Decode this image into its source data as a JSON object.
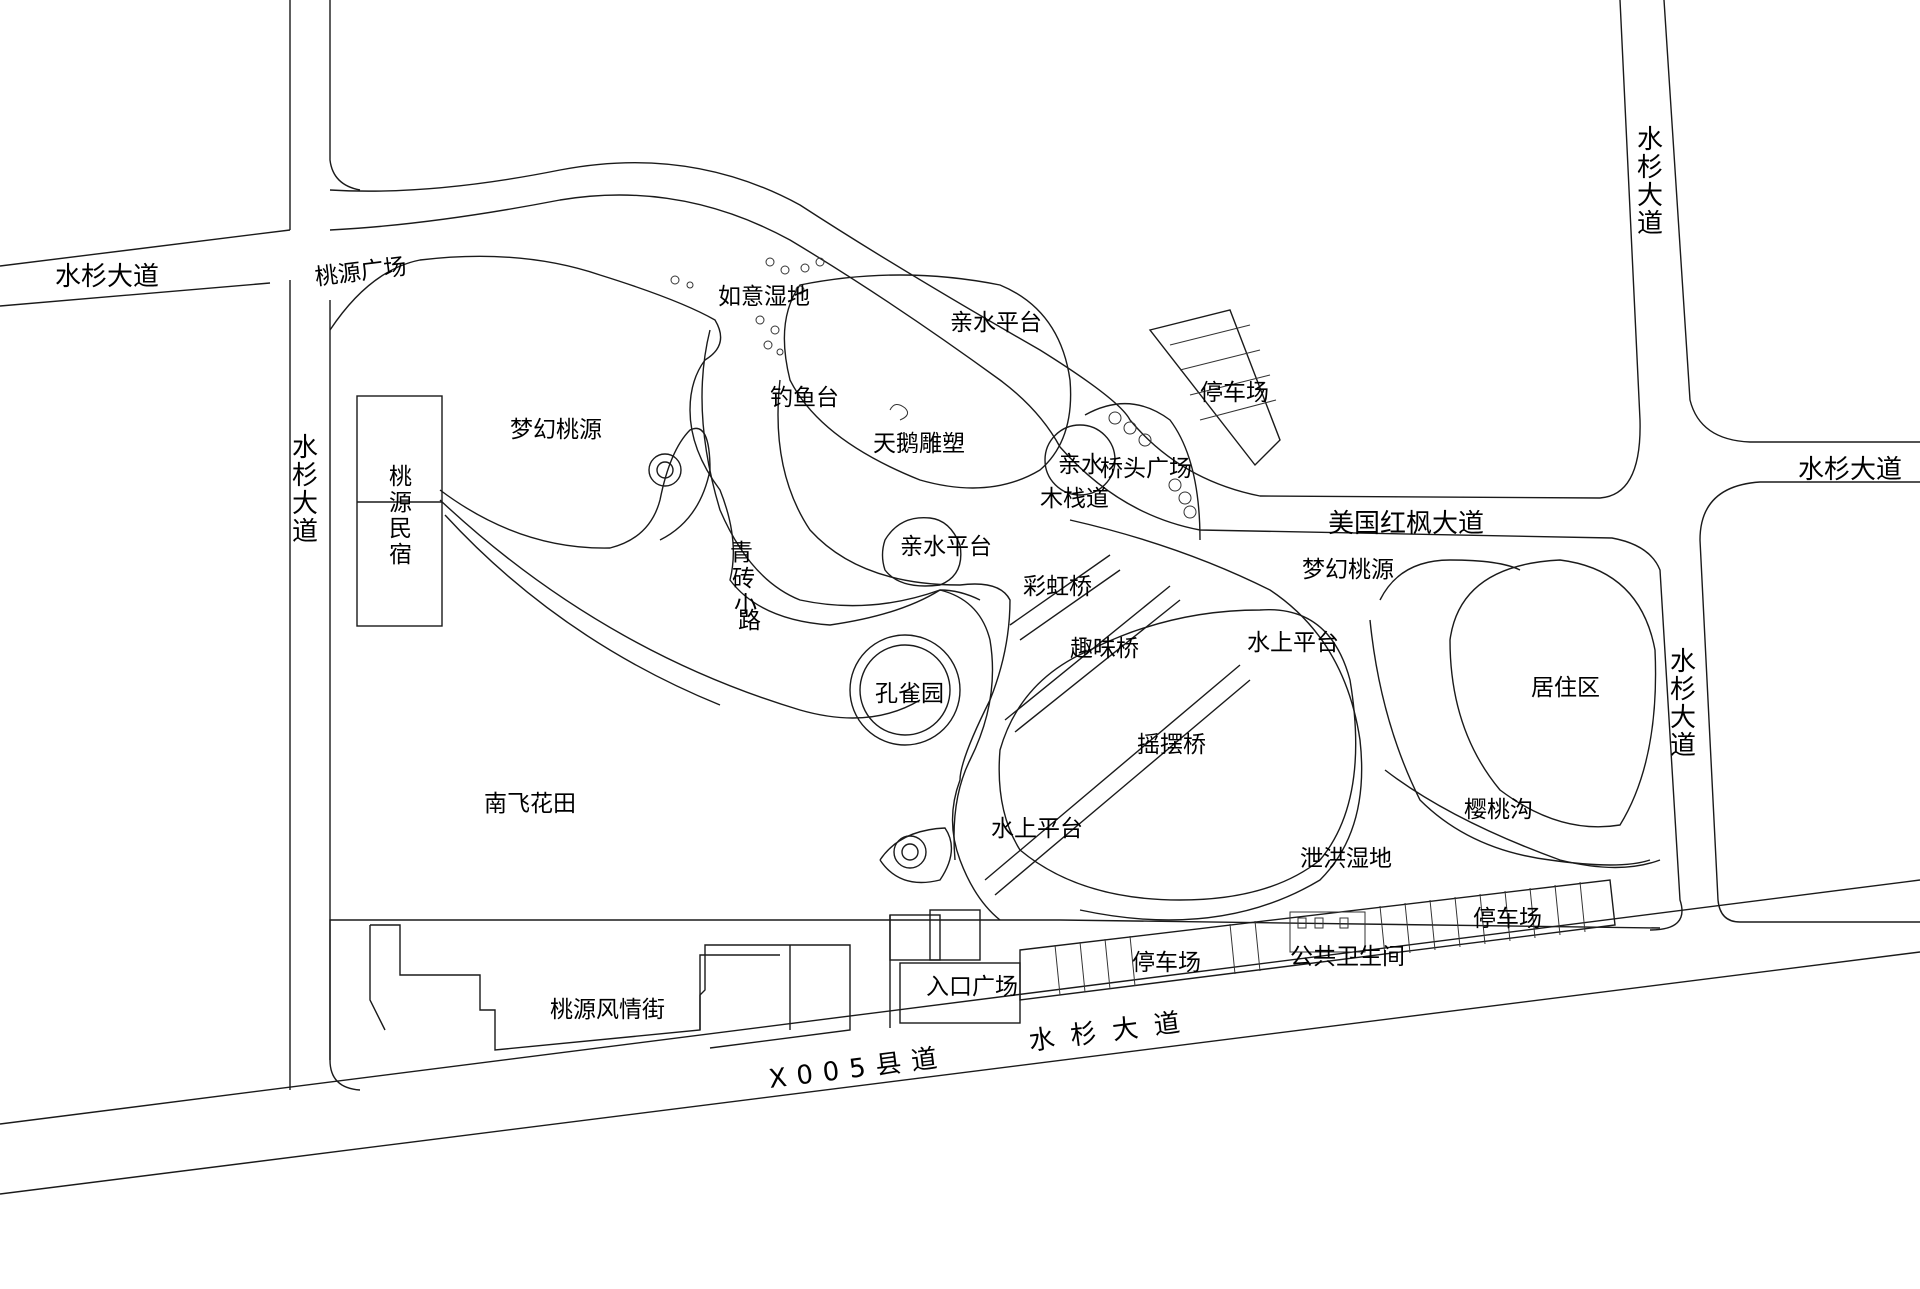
{
  "roads": {
    "shuishan_nw": "水杉大道",
    "shuishan_west": "水杉大道",
    "shuishan_north_east": "水杉大道",
    "shuishan_east": "水杉大道",
    "shuishan_right": "水杉大道",
    "meiguo_hongfeng": "美国红枫大道",
    "county_road": "X005县道",
    "shuishan_south": "水杉大道"
  },
  "areas": {
    "taoyuan_square": "桃源广场",
    "ruyi_wetland": "如意湿地",
    "qinshui_platform_top": "亲水平台",
    "parking_ne": "停车场",
    "menghuan_taoyuan_west": "梦幻桃源",
    "fishing_platform": "钓鱼台",
    "swan_sculpture": "天鹅雕塑",
    "qinshui_boardwalk_1": "亲水",
    "qinshui_boardwalk_2": "木栈道",
    "bridgehead_square": "桥头广场",
    "taoyuan_homestay": "桃源民宿",
    "qinshui_platform_mid": "亲水平台",
    "brick_path": "青砖小路",
    "rainbow_bridge": "彩虹桥",
    "menghuan_taoyuan_east": "梦幻桃源",
    "fun_bridge": "趣味桥",
    "water_platform_top": "水上平台",
    "peacock_garden": "孔雀园",
    "residential": "居住区",
    "swing_bridge": "摇摆桥",
    "nanfei_flower_field": "南飞花田",
    "cherry_ditch": "樱桃沟",
    "water_platform_bottom": "水上平台",
    "flood_wetland": "泄洪湿地",
    "parking_se": "停车场",
    "parking_s": "停车场",
    "public_toilet": "公共卫生间",
    "entrance_square": "入口广场",
    "taoyuan_street": "桃源风情街"
  }
}
